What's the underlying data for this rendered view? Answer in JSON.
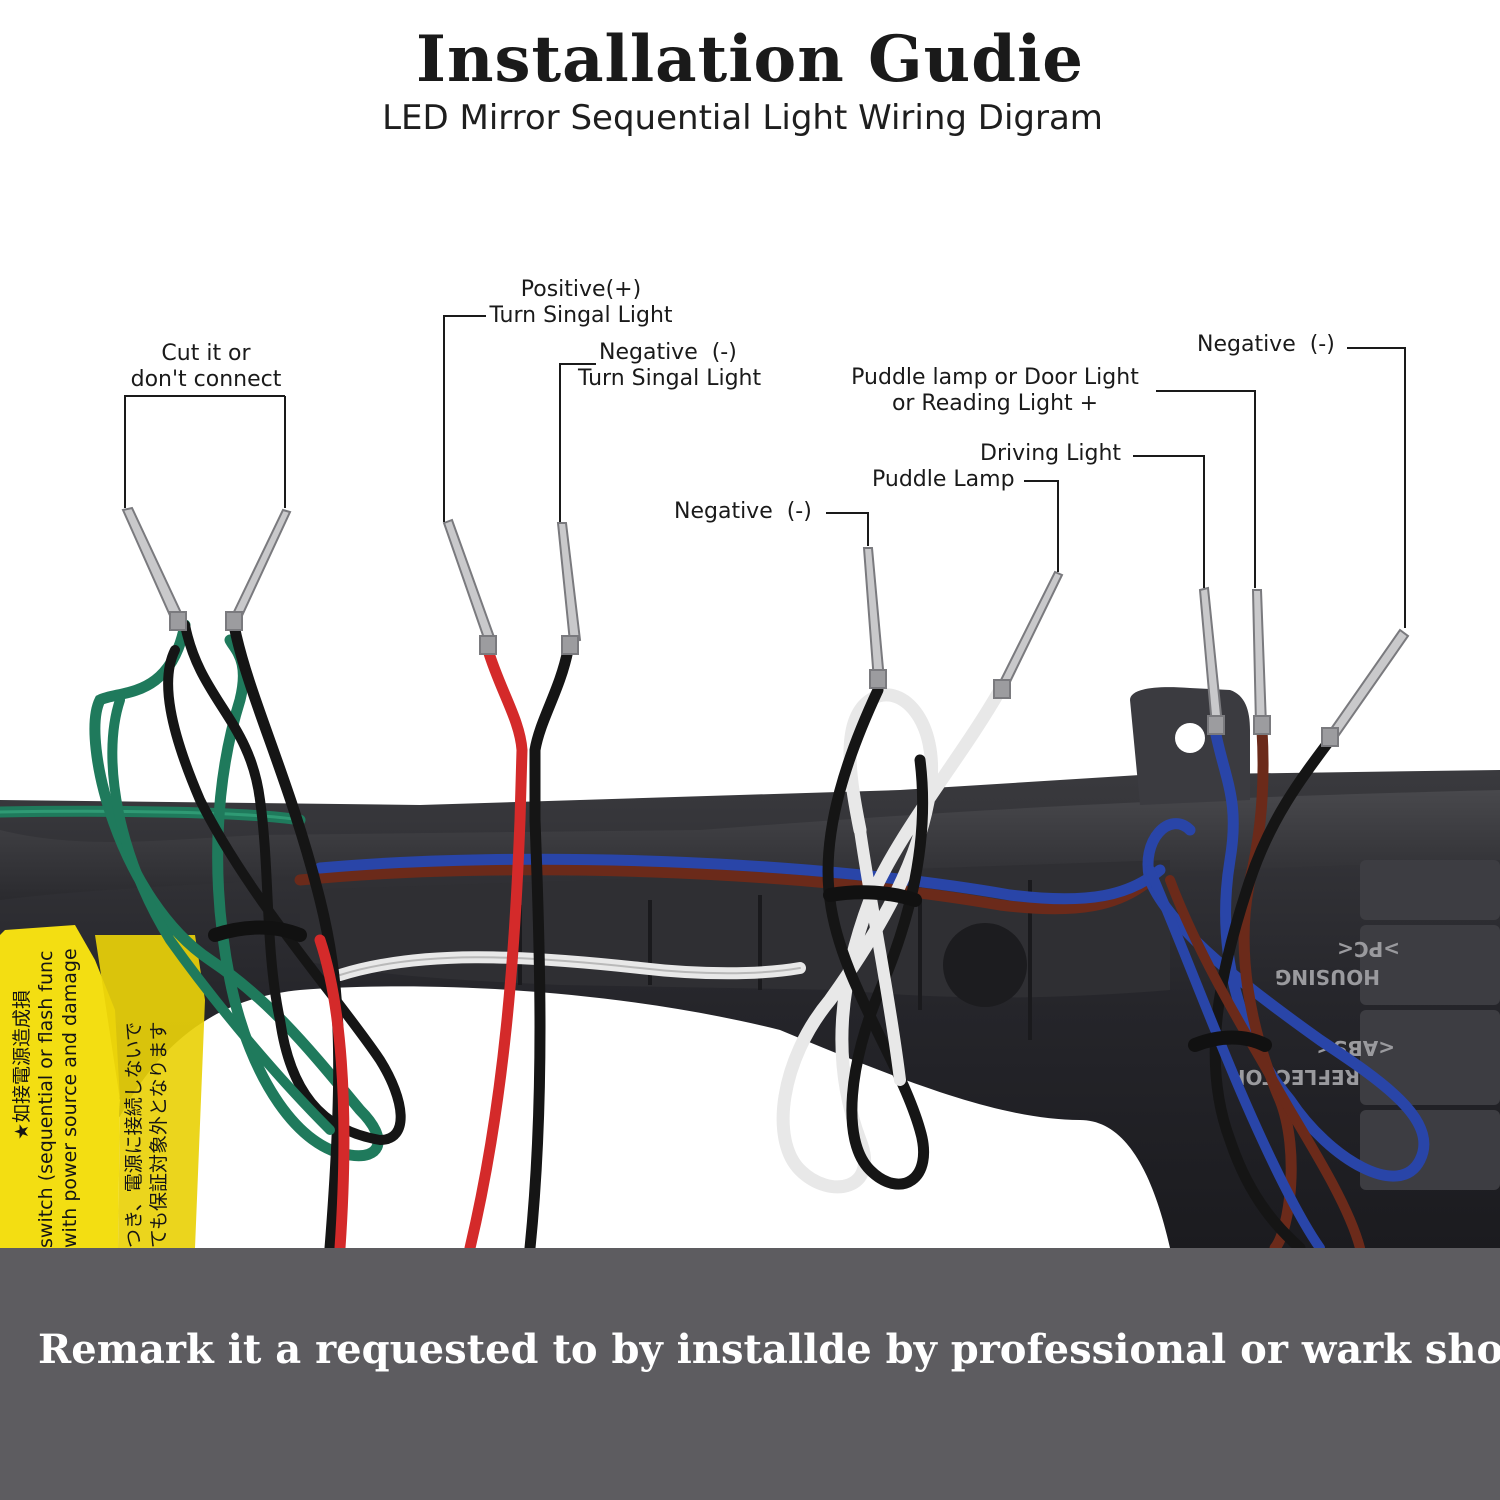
{
  "header": {
    "title": "Installation Gudie",
    "subtitle": "LED Mirror Sequential Light Wiring Digram"
  },
  "labels": {
    "cut_line1": "Cut it or",
    "cut_line2": "don't connect",
    "positive_line1": "Positive(+)",
    "positive_line2": "Turn Singal Light",
    "negative_turn_line1": "Negative  (-)",
    "negative_turn_line2": "Turn Singal Light",
    "negative_center": "Negative  (-)",
    "puddle_lamp": "Puddle Lamp",
    "driving_light": "Driving Light",
    "puddle_door_line1": "Puddle lamp or Door Light",
    "puddle_door_line2": "or Reading Light +",
    "negative_right": "Negative  (-)"
  },
  "warning_sticker": {
    "line1": "★如接電源造成損",
    "line2": "switch (sequential or flash func",
    "line3": "with power source and damage",
    "line4": "つき、電源に接続しないで",
    "line5": "ても保証対象外となります"
  },
  "housing_marks": {
    "mark1": "HOUSING",
    "mark2": ">PC<",
    "mark3": "REFLECTOR",
    "mark4": "<ABS<"
  },
  "footer": {
    "remark": "Remark it a requested to by installde by professional or wark shop"
  },
  "colors": {
    "green_wire": "#1f7a5c",
    "black_wire": "#151515",
    "red_wire": "#d42a2a",
    "white_wire": "#e8e8e8",
    "blue_wire": "#2945a8",
    "brown_wire": "#6b2a1a",
    "sticker": "#f3de12",
    "footer_band": "#5d5c60"
  }
}
